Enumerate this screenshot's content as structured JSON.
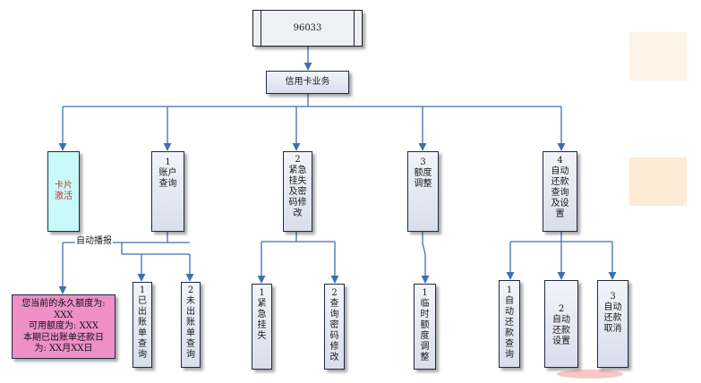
{
  "diagram": {
    "root": "96033",
    "business": "信用卡业务",
    "card_activation": "卡片激活",
    "account_query": {
      "num": "1",
      "label": "账户查询"
    },
    "emergency": {
      "num": "2",
      "label": "紧急挂失及密码修改"
    },
    "limit": {
      "num": "3",
      "label": "额度调整"
    },
    "autopay": {
      "num": "4",
      "label": "自动还款查询及设置"
    },
    "auto_broadcast": "自动播报",
    "broadcast_lines": [
      "您当前的永久额度为:",
      "XXX",
      "可用额度为: XXX",
      "本期已出账单还款日",
      "为: XX月XX日"
    ],
    "leaves": {
      "billed": {
        "num": "1",
        "label": "已出账单查询"
      },
      "unbilled": {
        "num": "2",
        "label": "未出账单查询"
      },
      "emergency_loss": {
        "num": "1",
        "label": "紧急挂失"
      },
      "query_pwd": {
        "num": "2",
        "label": "查询密码修改"
      },
      "temp_limit": {
        "num": "1",
        "label": "临时额度调整"
      },
      "autopay_query": {
        "num": "1",
        "label": "自动还款查询"
      },
      "autopay_set": {
        "num": "2",
        "label": "自动还款设置"
      },
      "autopay_cancel": {
        "num": "3",
        "label": "自动还款取消"
      }
    }
  }
}
